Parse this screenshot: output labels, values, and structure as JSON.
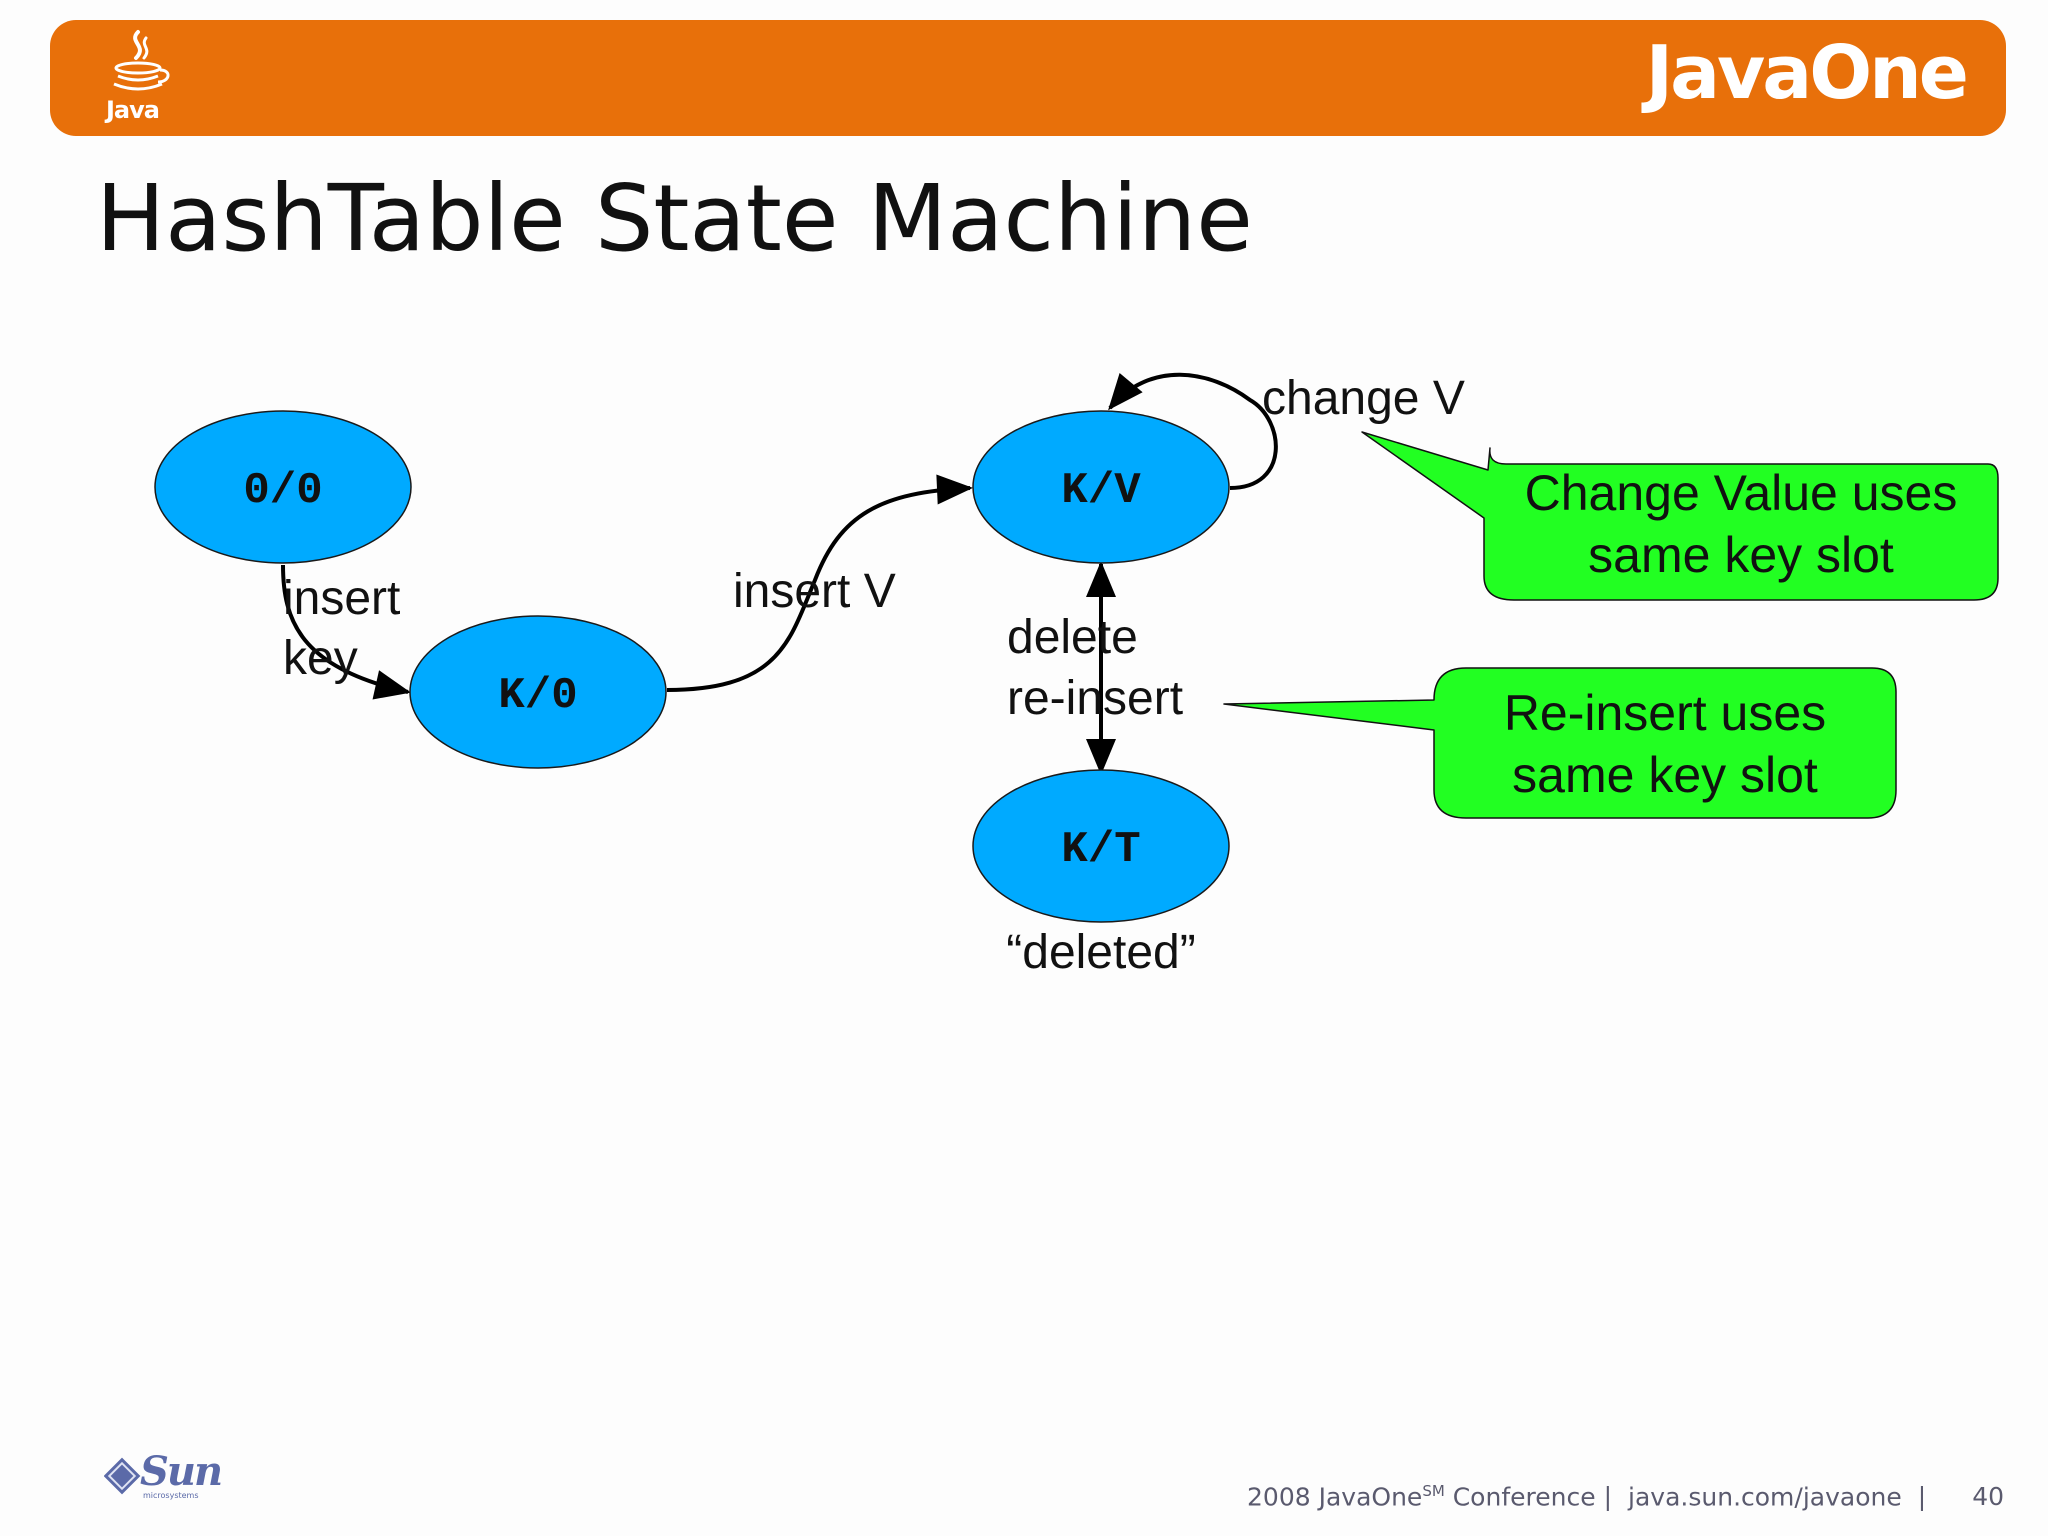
{
  "header": {
    "java_logo_text": "Java",
    "brand": "JavaOne"
  },
  "slide": {
    "title": "HashTable State Machine"
  },
  "diagram": {
    "nodes": {
      "empty": "0/0",
      "key_only": "K/0",
      "key_value": "K/V",
      "tombstone": "K/T"
    },
    "tombstone_caption": "“deleted”",
    "edges": {
      "insert_key": [
        "insert",
        "key"
      ],
      "insert_value": "insert V",
      "change_value": "change V",
      "delete_reinsert": [
        "delete",
        "re-insert"
      ]
    },
    "callouts": {
      "change_value": [
        "Change Value uses",
        "same key slot"
      ],
      "reinsert": [
        "Re-insert uses",
        "same key slot"
      ]
    },
    "colors": {
      "node_fill": "#00aaff",
      "callout_fill": "#22ff22",
      "header_orange": "#e8700a"
    }
  },
  "footer": {
    "sun_logo_text": "Sun",
    "sun_logo_sub": "microsystems",
    "conference_prefix": "2008 JavaOne",
    "conference_sup": "SM",
    "conference_suffix": " Conference",
    "url": "java.sun.com/javaone",
    "page_number": "40"
  }
}
